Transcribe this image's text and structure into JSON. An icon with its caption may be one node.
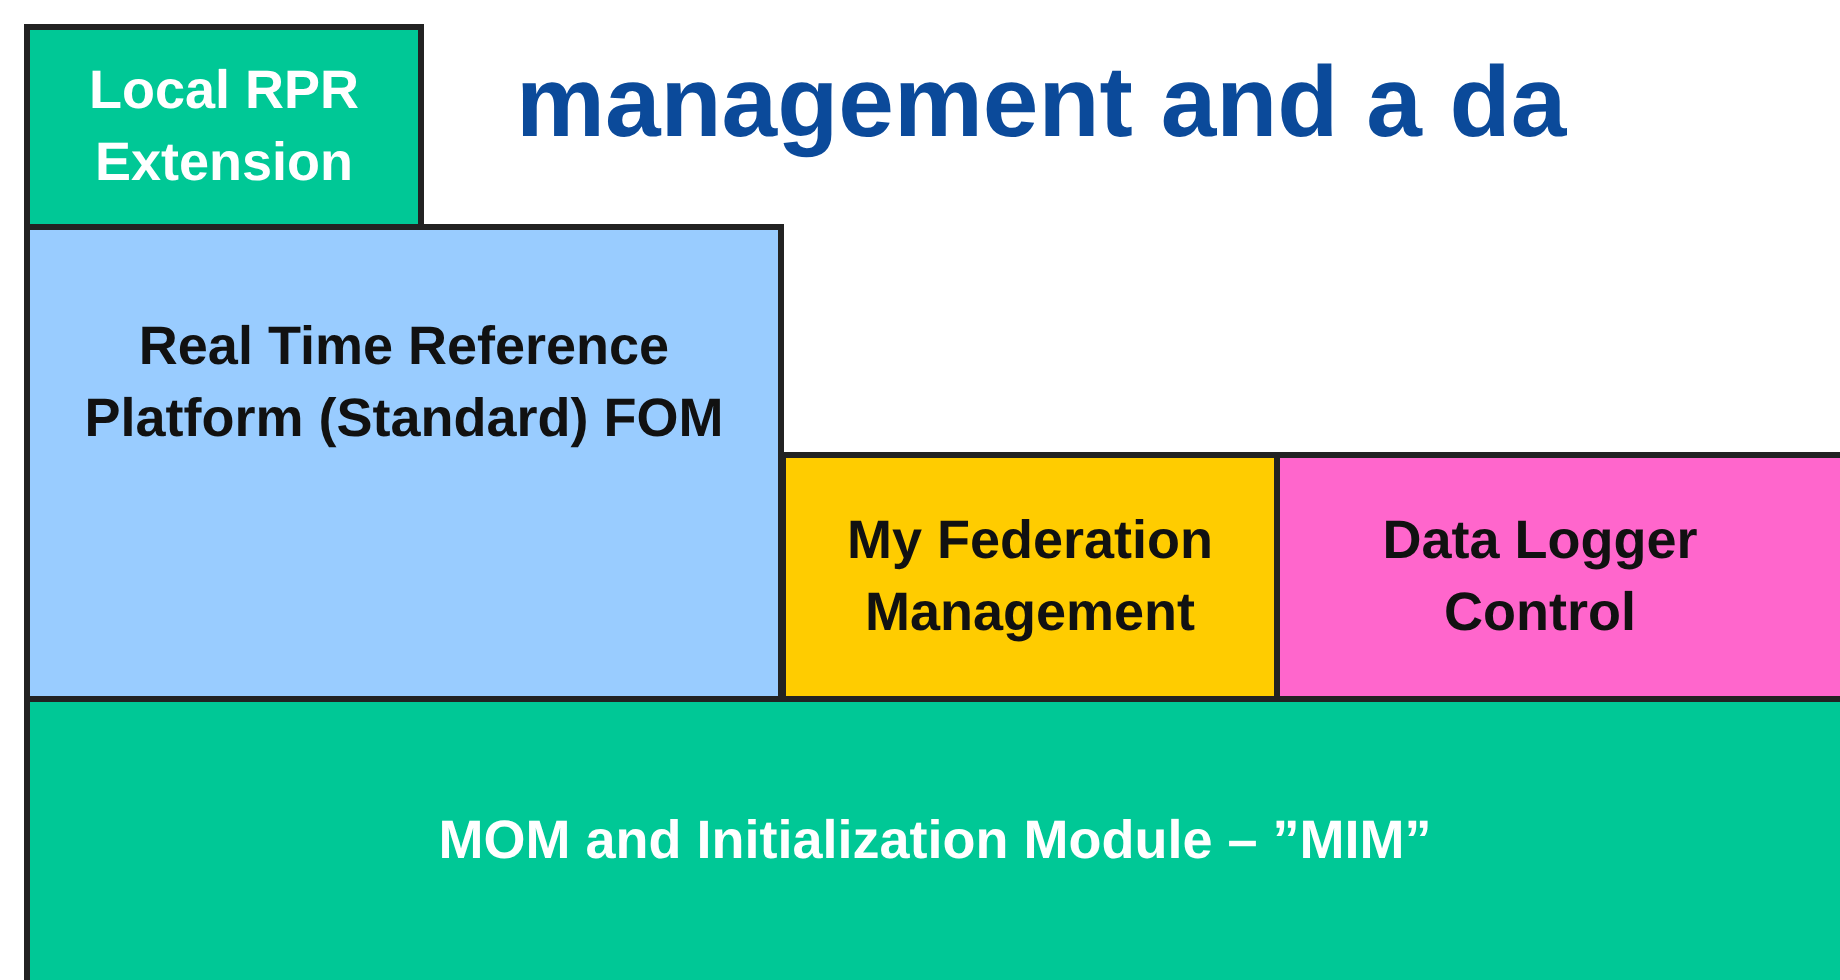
{
  "diagram": {
    "nodes": [
      {
        "text": [
          "Local RPR Extension"
        ]
      },
      {
        "text": [
          "Real Time Reference Platform (Standard) FOM"
        ]
      },
      {
        "text": [
          "My Federation Management"
        ]
      },
      {
        "text": [
          "Data Logger Control"
        ]
      },
      {
        "text": [
          "MOM and Initialization Module – ”MIM”"
        ]
      }
    ],
    "labels": [
      "management and a da"
    ]
  }
}
